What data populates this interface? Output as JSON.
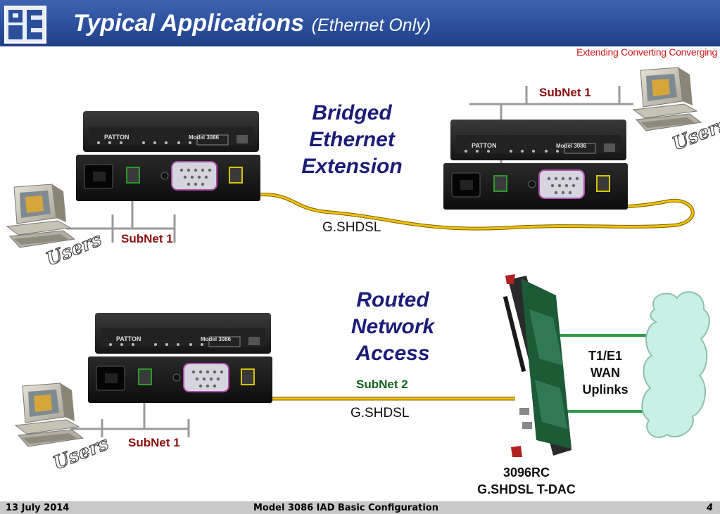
{
  "header": {
    "title": "Typical Applications",
    "subtitle": "(Ethernet Only)",
    "tagline": "Extending Converting Converging"
  },
  "top_section": {
    "heading_line1": "Bridged",
    "heading_line2": "Ethernet",
    "heading_line3": "Extension",
    "subnet_left": "SubNet 1",
    "subnet_right": "SubNet 1",
    "link_label": "G.SHDSL",
    "users_left": "Users",
    "users_right": "Users"
  },
  "bottom_section": {
    "heading_line1": "Routed",
    "heading_line2": "Network",
    "heading_line3": "Access",
    "subnet_left": "SubNet 1",
    "subnet_link": "SubNet 2",
    "link_label": "G.SHDSL",
    "wan_line1": "T1/E1",
    "wan_line2": "WAN",
    "wan_line3": "Uplinks",
    "card_line1": "3096RC",
    "card_line2": "G.SHDSL T-DAC",
    "users": "Users"
  },
  "device": {
    "brand": "PATTON",
    "model": "Model 3086"
  },
  "footer": {
    "date": "13 July 2014",
    "center": "Model 3086 IAD Basic Configuration",
    "page": "4"
  },
  "colors": {
    "header_blue": "#2c4f9c",
    "heading_navy": "#1c1c78",
    "subnet_red": "#8b1010",
    "subnet_green": "#12641c",
    "cable_yellow": "#f2c200",
    "wan_green": "#2e9a4a",
    "cloud_teal": "#c8f0e4"
  },
  "icons": [
    "pe-logo-icon",
    "computer-icon",
    "router-device-icon",
    "line-card-icon",
    "cloud-icon"
  ]
}
